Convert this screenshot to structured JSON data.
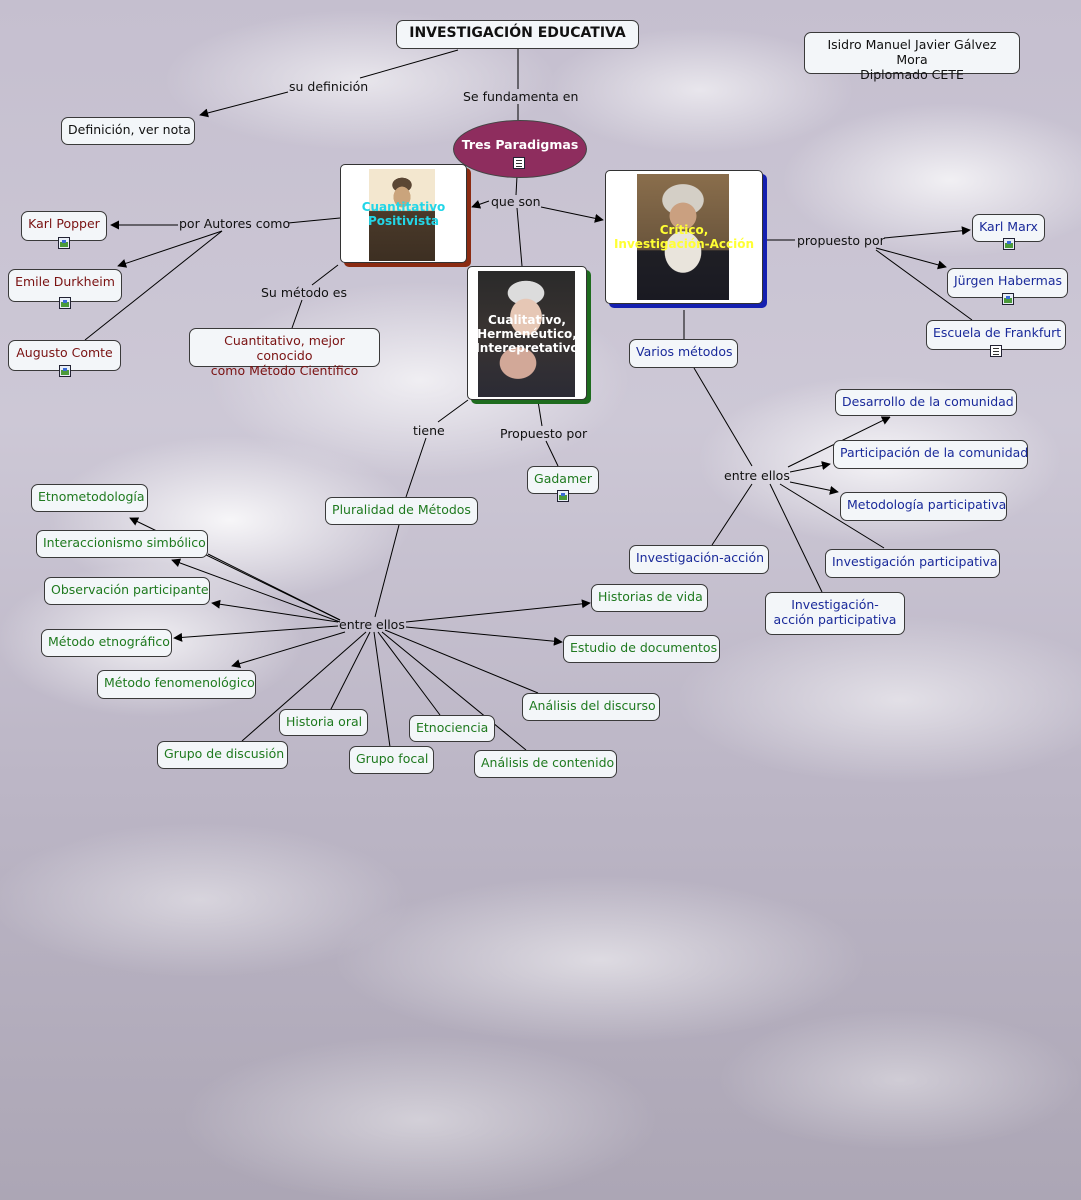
{
  "title": "INVESTIGACIÓN EDUCATIVA",
  "author": "Isidro Manuel Javier Gálvez Mora\nDiplomado CETE",
  "colors": {
    "ellipse": "#8e2d5e",
    "red_text": "#7a1212",
    "green_text": "#1f7a1f",
    "blue_text": "#1a2a9a",
    "shadow_red": "#8b2b12",
    "shadow_green": "#1e6b1e",
    "shadow_blue": "#1520b0"
  },
  "center": {
    "label": "Tres Paradigmas",
    "icon": "document-icon"
  },
  "definition": {
    "link": "su definición",
    "node": "Definición, ver nota"
  },
  "fundamenta_link": "Se fundamenta en",
  "que_son_link": "que son",
  "paradigms": {
    "positivist": {
      "label": "Cuantitativo Positivista",
      "image": "portrait-photo"
    },
    "hermeneutic": {
      "label": "Cualitativo, Hermenéutico, Interepretativo",
      "image": "portrait-photo"
    },
    "critical": {
      "label": "Crítico, Investigación-Acción",
      "image": "portrait-photo"
    }
  },
  "positivist_branch": {
    "authors_link": "por Autores como",
    "authors": [
      "Karl Popper",
      "Emile Durkheim",
      "Augusto Comte"
    ],
    "method_link": "Su método es",
    "method": "Cuantitativo, mejor conocido\ncomo Método Científico"
  },
  "hermeneutic_branch": {
    "proposed_link": "Propuesto por",
    "proposer": "Gadamer",
    "has_link": "tiene",
    "plurality": "Pluralidad de Métodos",
    "among_link": "entre ellos",
    "methods": [
      "Etnometodología",
      "Interaccionismo simbólico",
      "Observación participante",
      "Método etnográfico",
      "Método fenomenológico",
      "Grupo de discusión",
      "Historia oral",
      "Grupo focal",
      "Etnociencia",
      "Análisis de contenido",
      "Análisis del discurso",
      "Estudio de documentos",
      "Historias de vida"
    ]
  },
  "critical_branch": {
    "proposed_link": "propuesto por",
    "authors": [
      "Karl Marx",
      "Jürgen Habermas",
      "Escuela de Frankfurt"
    ],
    "methods_node": "Varios métodos",
    "among_link": "entre ellos",
    "methods": [
      "Desarrollo de la comunidad",
      "Participación de la comunidad",
      "Metodología participativa",
      "Investigación participativa",
      "Investigación-acción participativa",
      "Investigación-acción"
    ]
  }
}
